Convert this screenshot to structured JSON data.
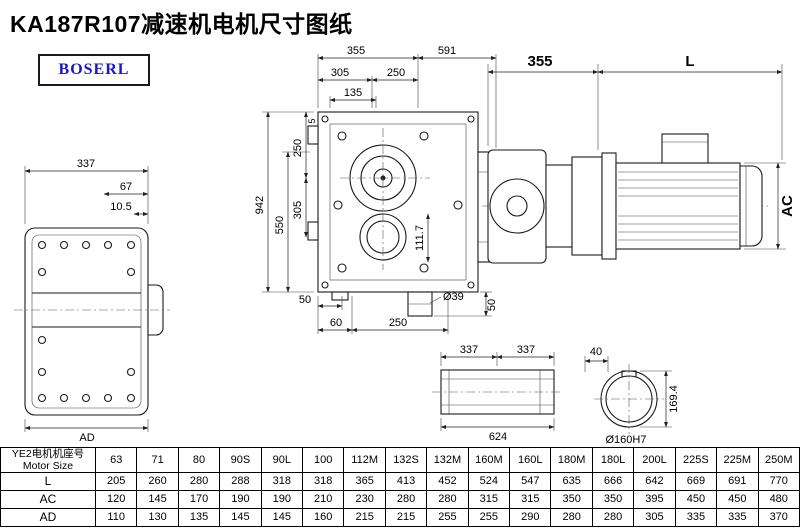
{
  "title": "KA187R107减速机电机尺寸图纸",
  "logo": "BOSERL",
  "dims": {
    "left_337": "337",
    "left_67": "67",
    "left_105": "10.5",
    "left_AD": "AD",
    "main_355": "355",
    "main_591": "591",
    "main_305_top": "305",
    "main_250_top": "250",
    "main_135": "135",
    "main_942": "942",
    "main_550": "550",
    "main_305_side": "305",
    "main_250_side": "250",
    "main_5": "5",
    "main_1117": "111.7",
    "main_50_bl": "50",
    "main_60": "60",
    "main_250_bottom": "250",
    "main_dia39": "Ø39",
    "main_50_br": "50",
    "motor_355": "355",
    "motor_L": "L",
    "motor_AC": "AC",
    "shaft_337_a": "337",
    "shaft_337_b": "337",
    "shaft_624": "624",
    "end_40": "40",
    "end_1694": "169.4",
    "end_dia160": "Ø160H7"
  },
  "table": {
    "header_cn": "YE2电机机座号",
    "header_en": "Motor Size",
    "columns": [
      "63",
      "71",
      "80",
      "90S",
      "90L",
      "100",
      "112M",
      "132S",
      "132M",
      "160M",
      "160L",
      "180M",
      "180L",
      "200L",
      "225S",
      "225M",
      "250M"
    ],
    "rows": [
      {
        "label": "L",
        "values": [
          "205",
          "260",
          "280",
          "288",
          "318",
          "318",
          "365",
          "413",
          "452",
          "524",
          "547",
          "635",
          "666",
          "642",
          "669",
          "691",
          "770"
        ]
      },
      {
        "label": "AC",
        "values": [
          "120",
          "145",
          "170",
          "190",
          "190",
          "210",
          "230",
          "280",
          "280",
          "315",
          "315",
          "350",
          "350",
          "395",
          "450",
          "450",
          "480"
        ]
      },
      {
        "label": "AD",
        "values": [
          "110",
          "130",
          "135",
          "145",
          "145",
          "160",
          "215",
          "215",
          "255",
          "255",
          "290",
          "280",
          "280",
          "305",
          "335",
          "335",
          "370"
        ]
      }
    ]
  }
}
